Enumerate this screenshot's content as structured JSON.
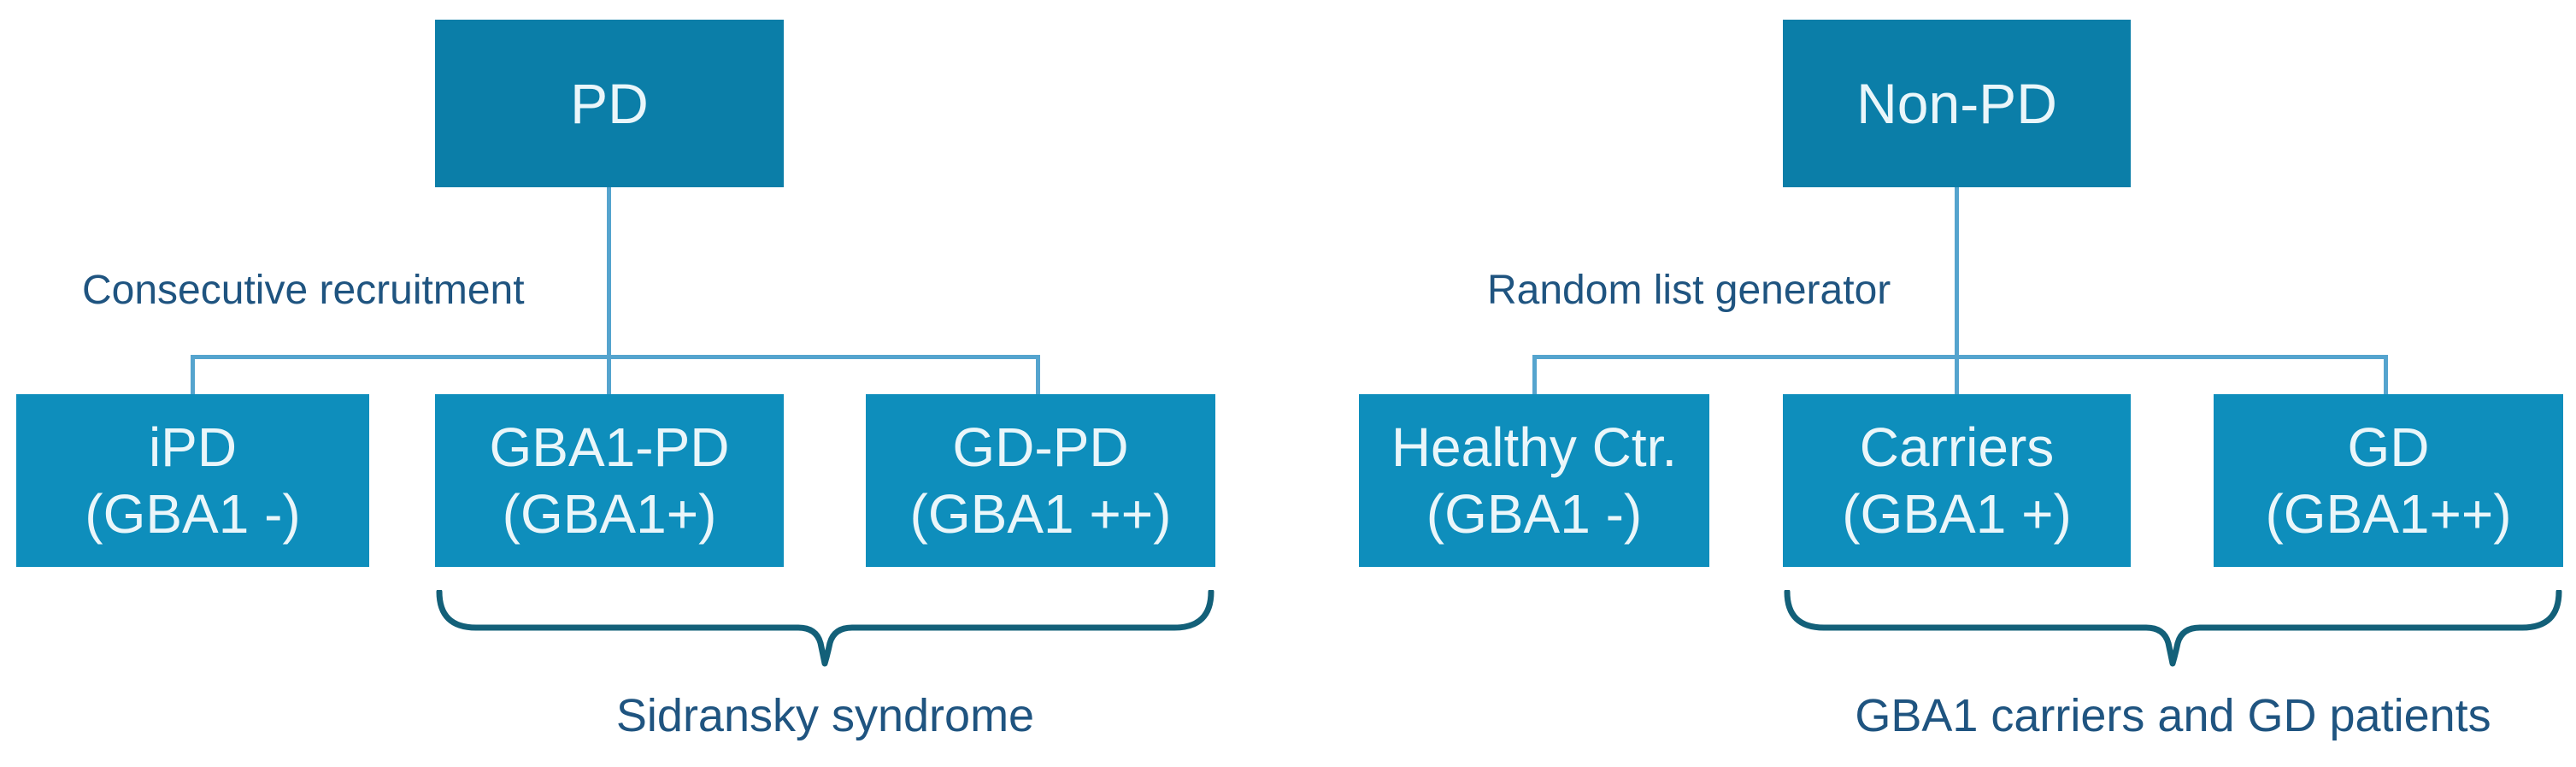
{
  "colors": {
    "root_box": "#0b7ea8",
    "child_box": "#0e8ebc",
    "connector": "#55a4ce",
    "brace": "#136079",
    "label_text": "#1f5480",
    "box_text": "#eaf6fa",
    "background": "#ffffff"
  },
  "left_tree": {
    "root": "PD",
    "method_label": "Consecutive recruitment",
    "children": [
      {
        "line1": "iPD",
        "line2": "(GBA1 -)"
      },
      {
        "line1": "GBA1-PD",
        "line2": "(GBA1+)"
      },
      {
        "line1": "GD-PD",
        "line2": "(GBA1 ++)"
      }
    ],
    "brace_label": "Sidransky syndrome"
  },
  "right_tree": {
    "root": "Non-PD",
    "method_label": "Random list generator",
    "children": [
      {
        "line1": "Healthy Ctr.",
        "line2": "(GBA1 -)"
      },
      {
        "line1": "Carriers",
        "line2": "(GBA1 +)"
      },
      {
        "line1": "GD",
        "line2": "(GBA1++)"
      }
    ],
    "brace_label": "GBA1 carriers and GD patients"
  }
}
